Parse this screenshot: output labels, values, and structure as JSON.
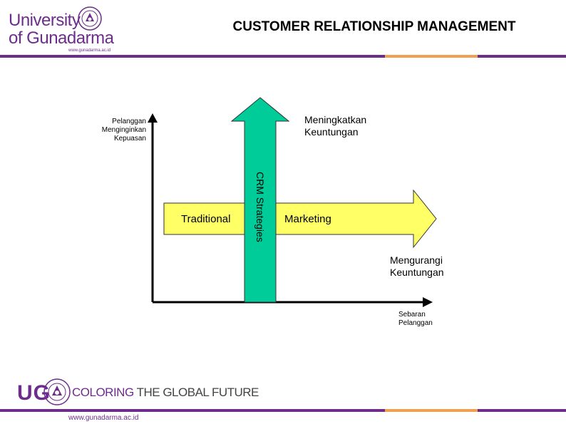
{
  "header": {
    "university_line1": "University",
    "university_line2": "of Gunadarma",
    "website_small": "www.gunadarma.ac.id",
    "title": "CUSTOMER RELATIONSHIP MANAGEMENT"
  },
  "diagram": {
    "y_axis_label": [
      "Pelanggan",
      "Menginginkan",
      "Kepuasan"
    ],
    "x_axis_label": [
      "Sebaran",
      "Pelanggan"
    ],
    "top_label": [
      "Meningkatkan",
      "Keuntungan"
    ],
    "bottom_label": [
      "Mengurangi",
      "Keuntungan"
    ],
    "left_label": "Traditional",
    "right_label": "Marketing",
    "vertical_arrow_label": "CRM Strategies",
    "colors": {
      "horizontal_arrow": "#ffff66",
      "vertical_arrow": "#00cc99",
      "purple": "#6d2d8c",
      "orange": "#f0a050"
    }
  },
  "footer": {
    "ug": "UG",
    "tagline_highlight": "COLORING",
    "tagline_rest": " THE GLOBAL FUTURE",
    "website": "www.gunadarma.ac.id"
  }
}
